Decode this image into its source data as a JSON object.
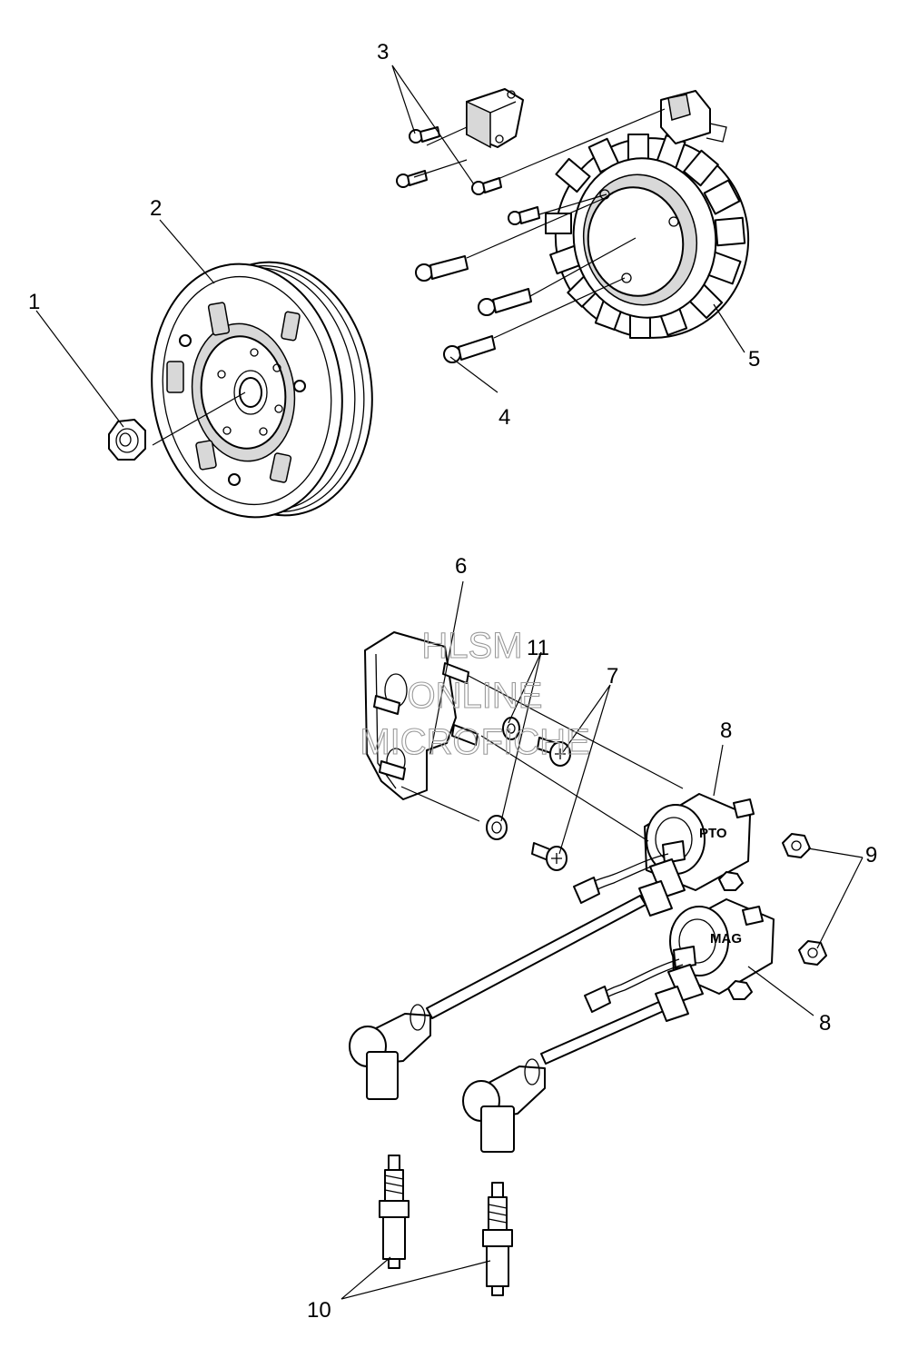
{
  "callouts": {
    "c1": "1",
    "c2": "2",
    "c3": "3",
    "c4": "4",
    "c5": "5",
    "c6": "6",
    "c7": "7",
    "c8a": "8",
    "c8b": "8",
    "c9": "9",
    "c10": "10",
    "c11": "11"
  },
  "coil_labels": {
    "pto": "PTO",
    "mag": "MAG"
  },
  "watermark": {
    "line1": "HLSM",
    "line2": "ONLINE",
    "line3": "MICROFICHE"
  }
}
